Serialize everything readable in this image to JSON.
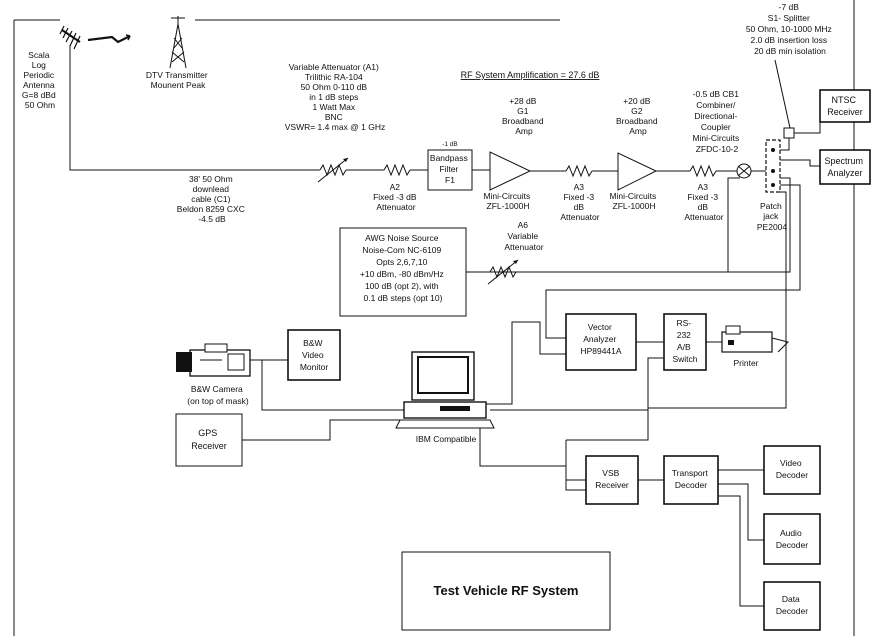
{
  "antenna": {
    "label_lines": [
      "Scala",
      "Log",
      "Periodic",
      "Antenna",
      "G=8 dBd",
      "50 Ohm"
    ]
  },
  "transmitter": {
    "label_lines": [
      "DTV Transmitter",
      "Mounent Peak"
    ]
  },
  "system_gain": "RF System Amplification = 27.6 dB",
  "cable": {
    "label_lines": [
      "38' 50 Ohm",
      "downlead",
      "cable (C1)",
      "Beldon 8259 CXC",
      "-4.5 dB"
    ]
  },
  "var_atten_a1": {
    "label_lines": [
      "Variable Attenuator (A1)",
      "Trilithic RA-104",
      "50 Ohm 0-110 dB",
      "in 1 dB steps",
      "1 Watt Max",
      "BNC",
      "VSWR= 1.4 max @ 1 GHz"
    ]
  },
  "a2": {
    "label_lines": [
      "A2",
      "Fixed -3 dB",
      "Attenuator"
    ]
  },
  "filter": {
    "gain": "-1 dB",
    "label_lines": [
      "Bandpass",
      "Filter",
      "F1"
    ]
  },
  "g1": {
    "label_lines": [
      "+28 dB",
      "G1",
      "Broadband",
      "Amp"
    ],
    "model_lines": [
      "Mini-Circuits",
      "ZFL-1000H"
    ]
  },
  "a3_first": {
    "label_lines": [
      "A3",
      "Fixed -3",
      "dB",
      "Attenuator"
    ]
  },
  "g2": {
    "label_lines": [
      "+20 dB",
      "G2",
      "Broadband",
      "Amp"
    ],
    "model_lines": [
      "Mini-Circuits",
      "ZFL-1000H"
    ]
  },
  "a3_second": {
    "label_lines": [
      "A3",
      "Fixed -3",
      "dB",
      "Attenuator"
    ]
  },
  "combiner": {
    "label_lines": [
      "-0.5 dB  CB1",
      "Combiner/",
      "Directional-",
      "Coupler",
      "Mini-Circuits",
      "ZFDC-10-2"
    ]
  },
  "splitter": {
    "label_lines": [
      "-7 dB",
      "S1- Splitter",
      "50 Ohm, 10-1000 MHz",
      "2.0 dB insertion loss",
      "20 dB min isolation"
    ]
  },
  "patch_jack": {
    "label_lines": [
      "Patch",
      "jack",
      "PE2004"
    ]
  },
  "a6": {
    "label_lines": [
      "A6",
      "Variable",
      "Attenuator"
    ]
  },
  "noise_source": {
    "label_lines": [
      "AWG Noise Source",
      "Noise-Com NC-6109",
      "Opts 2,6,7,10",
      "+10 dBm, -80 dBm/Hz",
      "100 dB (opt 2), with",
      "0.1 dB steps (opt 10)"
    ]
  },
  "ntsc_receiver": {
    "label_lines": [
      "NTSC",
      "Receiver"
    ]
  },
  "spectrum_analyzer": {
    "label_lines": [
      "Spectrum",
      "Analyzer"
    ]
  },
  "vector_analyzer": {
    "label_lines": [
      "Vector",
      "Analyzer",
      "HP89441A"
    ]
  },
  "rs232_switch": {
    "label_lines": [
      "RS-",
      "232",
      "A/B",
      "Switch"
    ]
  },
  "printer": {
    "label": "Printer"
  },
  "bw_video_monitor": {
    "label_lines": [
      "B&W",
      "Video",
      "Monitor"
    ]
  },
  "bw_camera": {
    "label_lines": [
      "B&W Camera",
      "(on top of mask)"
    ]
  },
  "computer": {
    "label": "IBM Compatible"
  },
  "gps_receiver": {
    "label_lines": [
      "GPS",
      "Receiver"
    ]
  },
  "vsb_receiver": {
    "label_lines": [
      "VSB",
      "Receiver"
    ]
  },
  "transport_decoder": {
    "label_lines": [
      "Transport",
      "Decoder"
    ]
  },
  "video_decoder": {
    "label_lines": [
      "Video",
      "Decoder"
    ]
  },
  "audio_decoder": {
    "label_lines": [
      "Audio",
      "Decoder"
    ]
  },
  "data_decoder": {
    "label_lines": [
      "Data",
      "Decoder"
    ]
  },
  "system_title": "Test Vehicle RF System"
}
